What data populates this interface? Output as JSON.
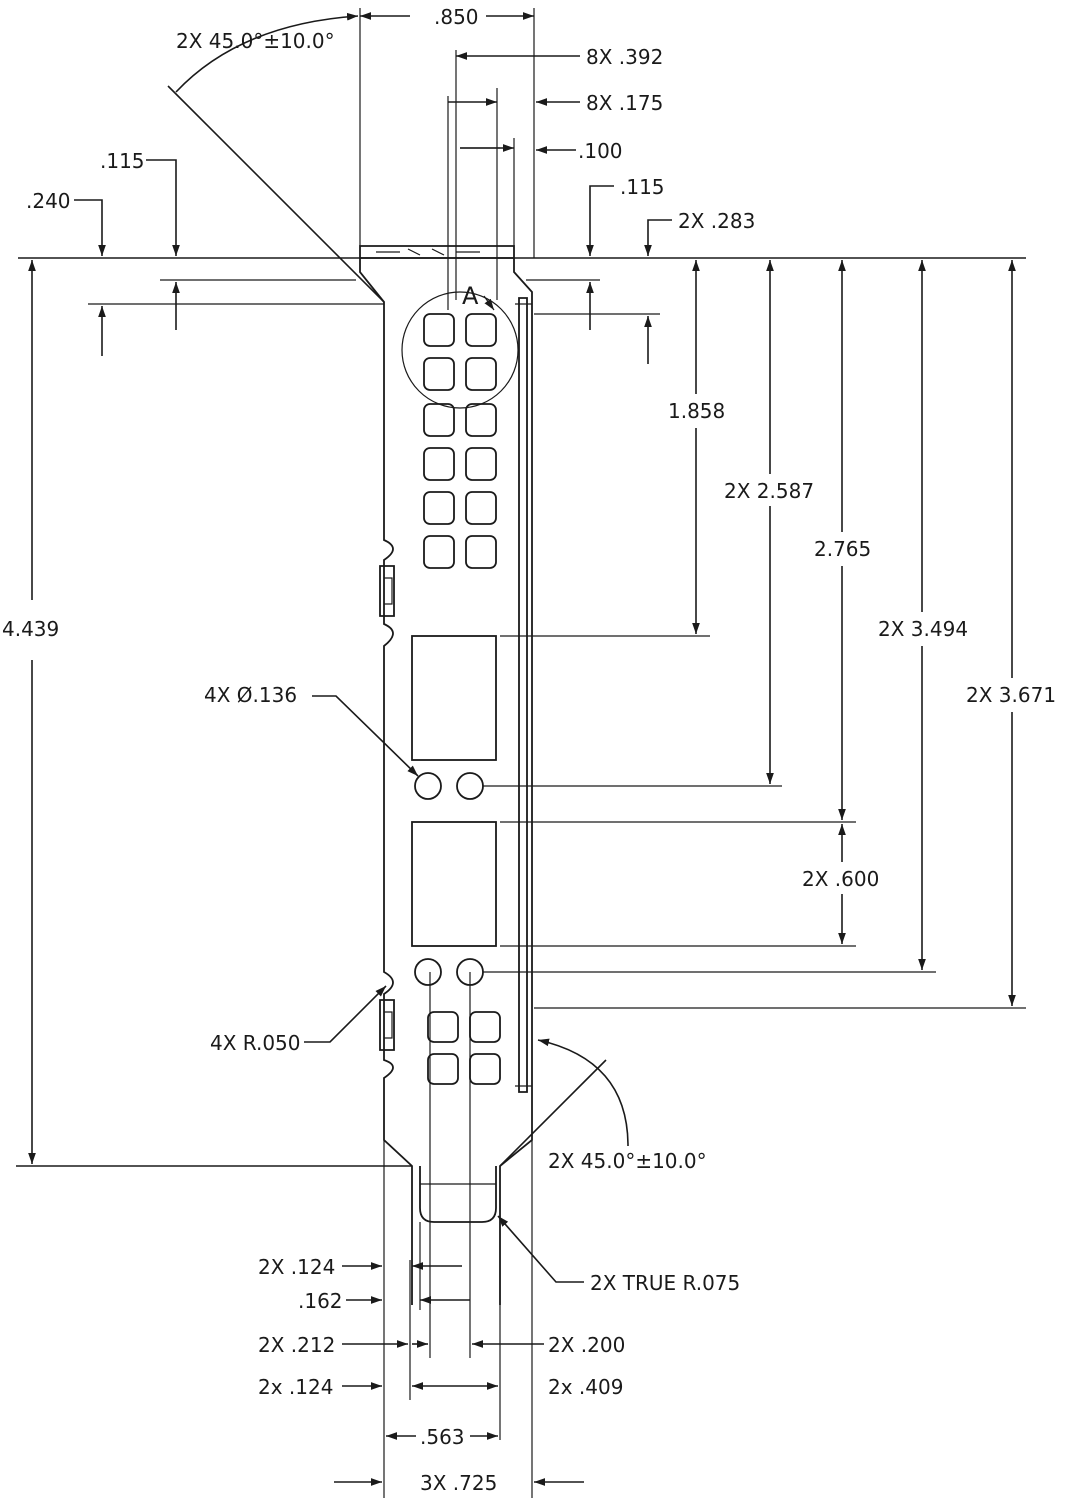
{
  "drawing": {
    "detail_label": "A",
    "dims": {
      "top_width": ".850",
      "slot_width": "8X .392",
      "pad_width": "8X .175",
      "gap_100": ".100",
      "left_115": ".115",
      "left_240": ".240",
      "right_115": ".115",
      "chamfer_283": "2X .283",
      "angle_top": "2X 45.0°±10.0°",
      "angle_bottom": "2X 45.0°±10.0°",
      "d_1858": "1.858",
      "d_2587": "2X 2.587",
      "d_2765": "2.765",
      "d_3494": "2X 3.494",
      "d_3671": "2X 3.671",
      "d_4439": "4.439",
      "d_600": "2X .600",
      "hole_dia": "4X Ø.136",
      "notch_radius": "4X R.050",
      "true_radius": "2X TRUE R.075",
      "b_124a": "2X .124",
      "b_162": ".162",
      "b_212": "2X .212",
      "b_124b": "2x .124",
      "b_200": "2X .200",
      "b_409": "2x .409",
      "b_563": ".563",
      "b_725": "3X .725"
    }
  }
}
